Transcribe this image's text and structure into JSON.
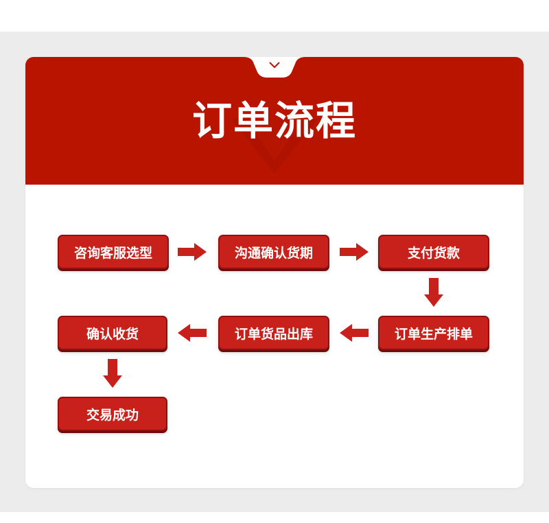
{
  "title": "订单流程",
  "colors": {
    "header_red": "#b81400",
    "step_red": "#c8211b",
    "arrow_red": "#c8211b",
    "background_gray": "#ececec"
  },
  "icons": {
    "tab": "chevron-down-icon",
    "connectors": "block-arrow-icon"
  },
  "steps": [
    "咨询客服选型",
    "沟通确认货期",
    "支付货款",
    "订单生产排单",
    "订单货品出库",
    "确认收货",
    "交易成功"
  ]
}
